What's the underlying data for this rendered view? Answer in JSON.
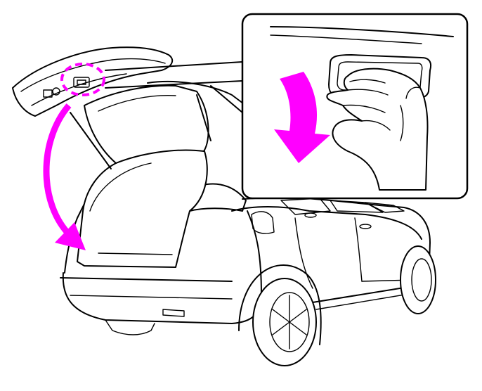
{
  "colors": {
    "accent": "#ff00ff",
    "line": "#000000",
    "background": "#ffffff"
  },
  "icons": {
    "main": "suv-rear-open-liftgate",
    "detail": "hand-pulling-liftgate-handle",
    "highlight": "dashed-circle-highlight",
    "motion": "close-arrow"
  }
}
